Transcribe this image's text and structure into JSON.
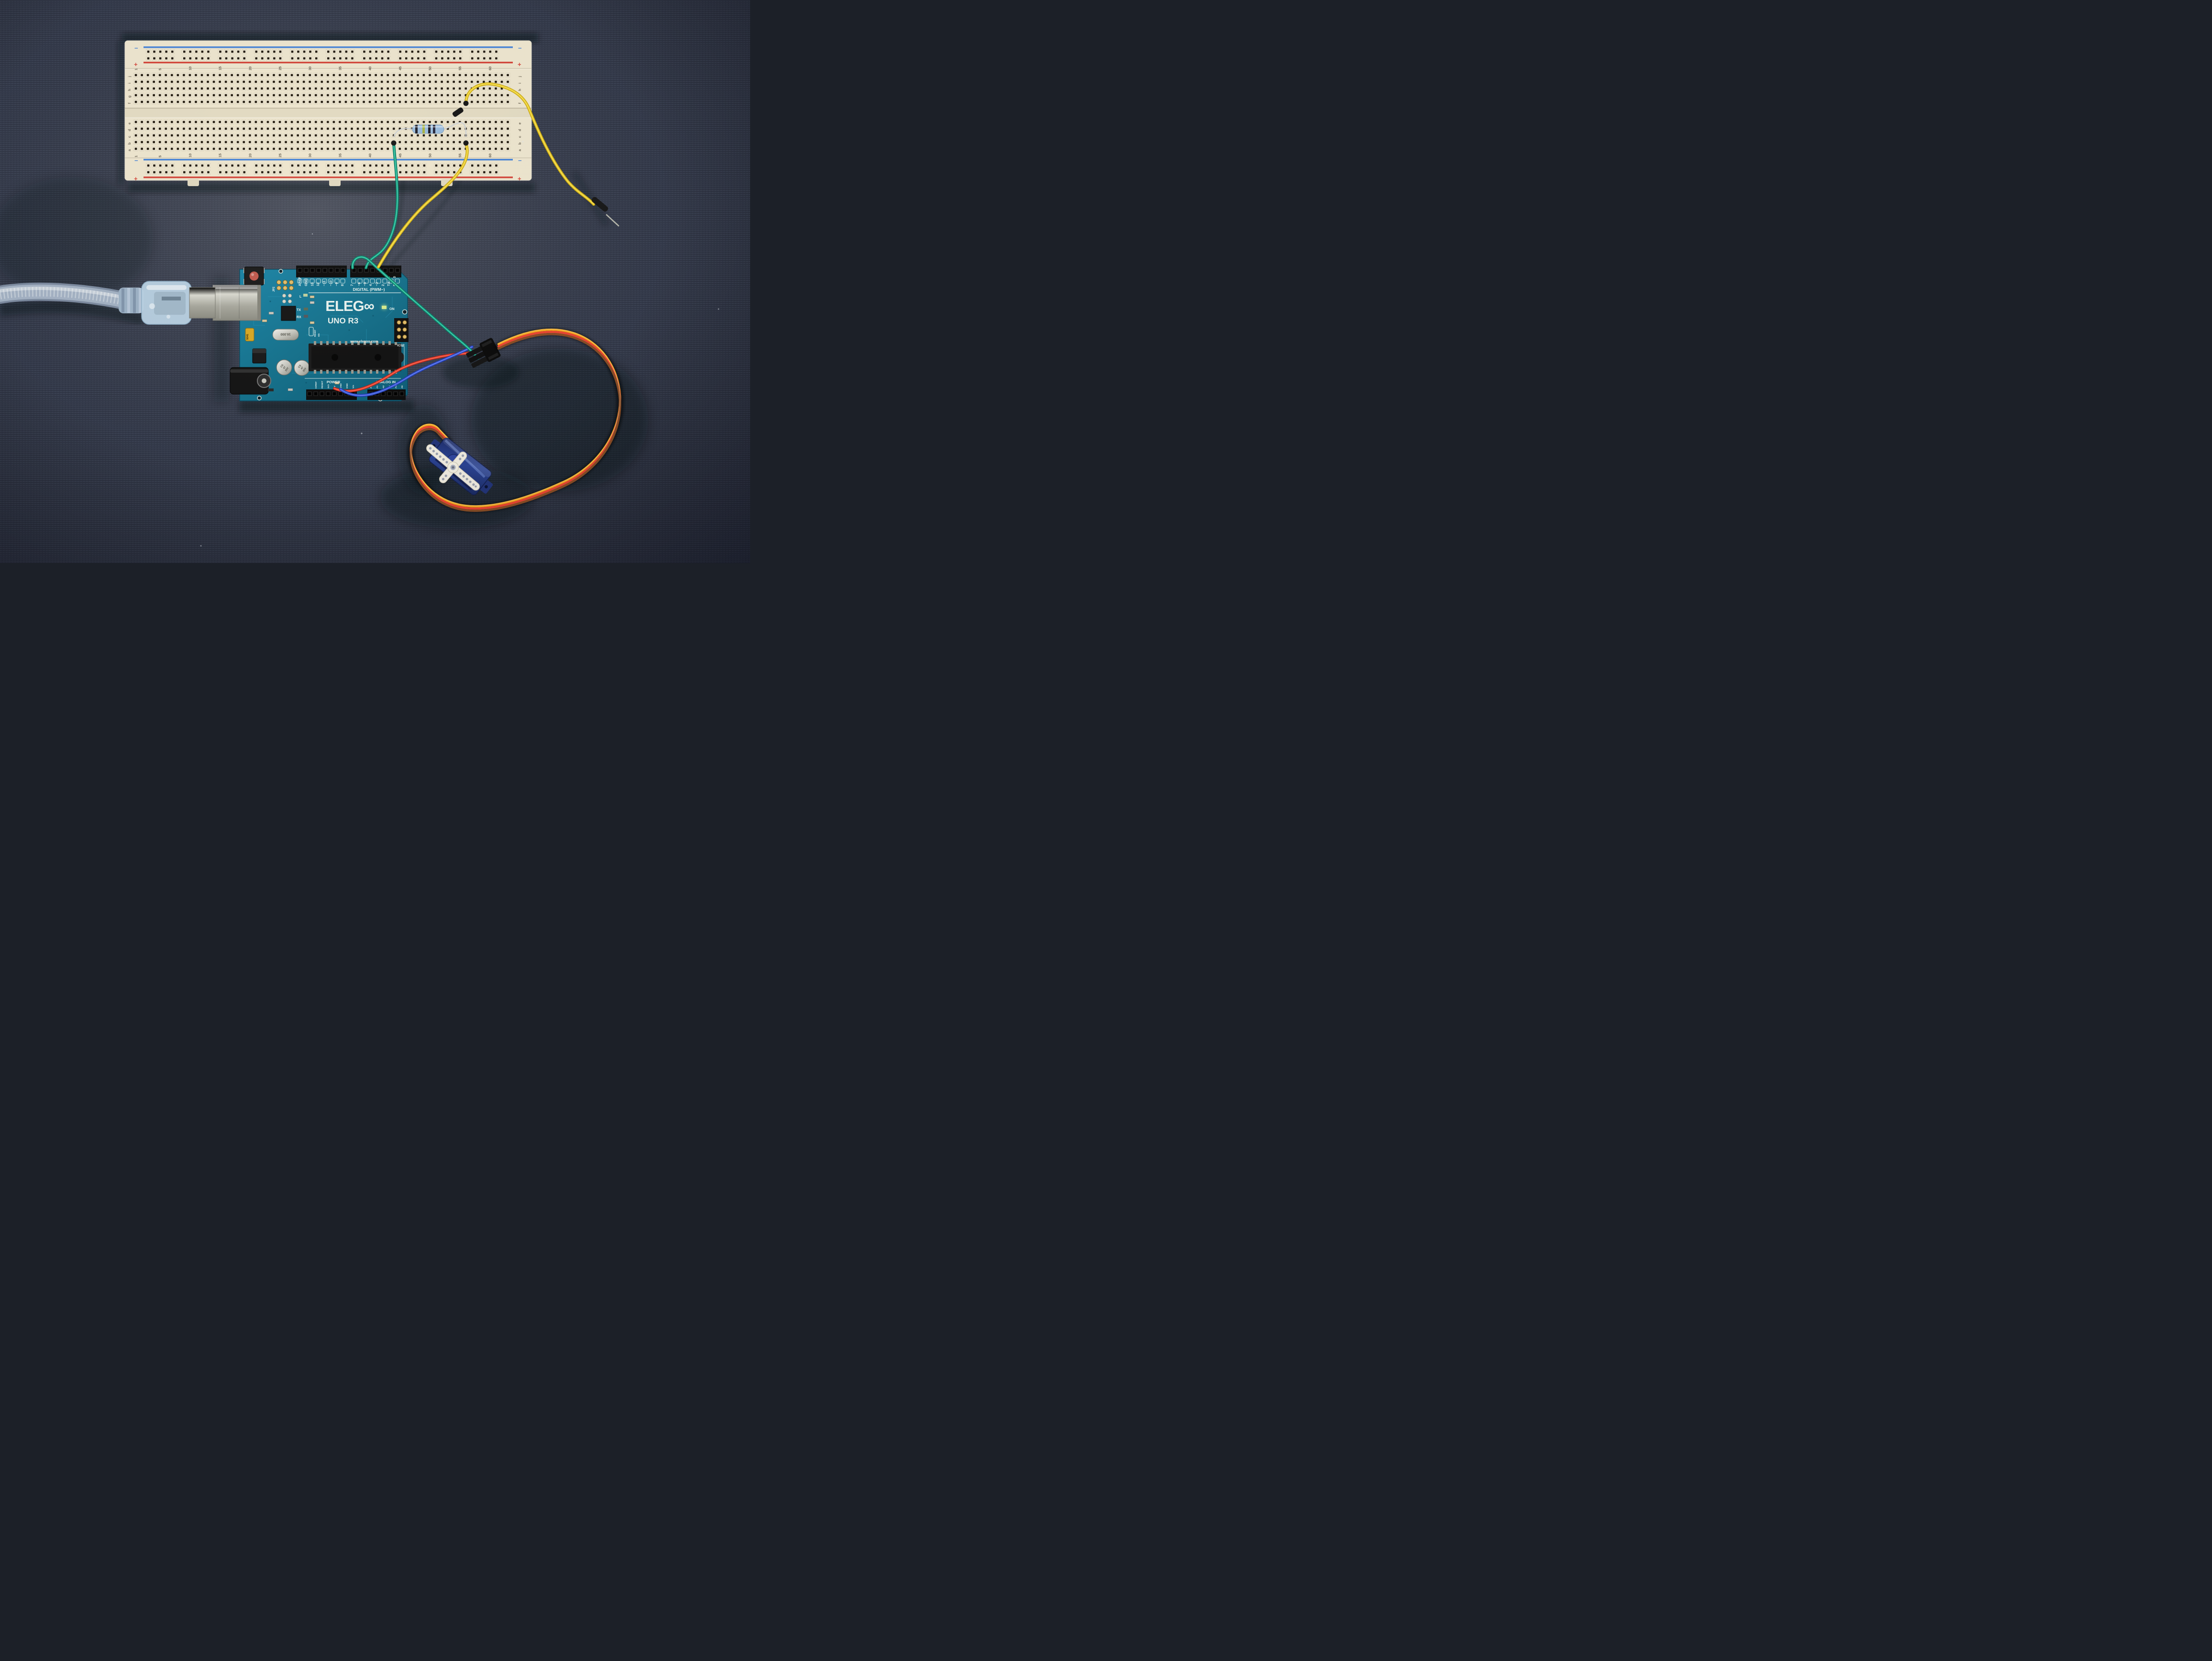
{
  "photo": {
    "subject": "ELEGOO UNO R3 board connected by jumper wires to a breadboard and a blue micro servo on dark navy fabric",
    "background_fabric_color": "#3a4153"
  },
  "breadboard": {
    "body_color": "#eee6cf",
    "rail_minus": "−",
    "rail_plus": "+",
    "rail_blue": "#4a86d8",
    "rail_red": "#d4473c",
    "column_numbers": [
      "1",
      "5",
      "10",
      "15",
      "20",
      "25",
      "30",
      "35",
      "40",
      "45",
      "50",
      "55",
      "60"
    ],
    "row_letters_top": [
      "j",
      "i",
      "h",
      "g",
      "f"
    ],
    "row_letters_bottom": [
      "e",
      "d",
      "c",
      "b",
      "a"
    ],
    "resistor": {
      "body_color": "#9dbede",
      "description": "axial resistor, light blue body with dark and yellow-green bands, long bent leads, inserted across row c from column 44 to column 56"
    }
  },
  "arduino": {
    "pcb_color": "#15718c",
    "brand": "ELEGOO",
    "logo_display": "ELEG∞",
    "model": "UNO R3",
    "digital_header_label": "DIGITAL (PWM~)",
    "digital_pin_labels": [
      "AREF",
      "GND",
      "13",
      "12",
      "~11",
      "~10",
      "~9",
      "8",
      "7",
      "~6",
      "~5",
      "4",
      "~3",
      "2",
      "TX→1",
      "RX←0"
    ],
    "website": "www.elegoo.com",
    "icsp_label": "ICSP",
    "jp2_label": "JP2",
    "on_label": "ON",
    "led_l_label": "L",
    "tx_label": "TX",
    "rx_label": "RX",
    "crystal_label": "16.000",
    "fuse_label": "5041",
    "reset_jumper_labels": [
      "RESET",
      "ON"
    ],
    "power_section_label": "POWER",
    "analog_section_label": "ANALOG IN",
    "power_pin_labels": [
      "IOREF",
      "RESET",
      "3V3",
      "5V",
      "GND",
      "GND",
      "Vin"
    ],
    "analog_pin_labels": [
      "A0",
      "A1",
      "A2",
      "A3",
      "A4",
      "A5"
    ],
    "capacitor_label_lines": [
      "CS",
      "47",
      "25V"
    ]
  },
  "wires": [
    {
      "name": "green-servo-signal",
      "color": "#0ea083",
      "from": "Arduino digital header",
      "to": "3-pin connector to servo"
    },
    {
      "name": "green-breadboard",
      "color": "#0ea083",
      "from": "Arduino digital header",
      "to": "breadboard column 44, row b"
    },
    {
      "name": "yellow-breadboard",
      "color": "#e8c61e",
      "from": "Arduino digital header",
      "to": "breadboard column 56, row b"
    },
    {
      "name": "yellow-loose-probe",
      "color": "#e8c61e",
      "from": "breadboard column 56, row f",
      "to": "loose male pin end on fabric"
    },
    {
      "name": "red-power",
      "color": "#e23a28",
      "from": "Arduino 5V pin",
      "to": "3-pin connector to servo"
    },
    {
      "name": "blue-ground",
      "color": "#2f4fd8",
      "from": "Arduino GND pin",
      "to": "3-pin connector to servo"
    }
  ],
  "servo": {
    "body_color": "#2a3f8f",
    "horn_color": "#efebe0",
    "description": "translucent blue micro servo with white cross-shaped horn",
    "cable_colors": [
      "#f4a81f",
      "#ea4633",
      "#8a4d26"
    ]
  },
  "usb_cable": {
    "description": "translucent blue USB-B plug with silver braided cable plugged into Arduino USB jack",
    "braid_color": "#a4b2c4"
  }
}
